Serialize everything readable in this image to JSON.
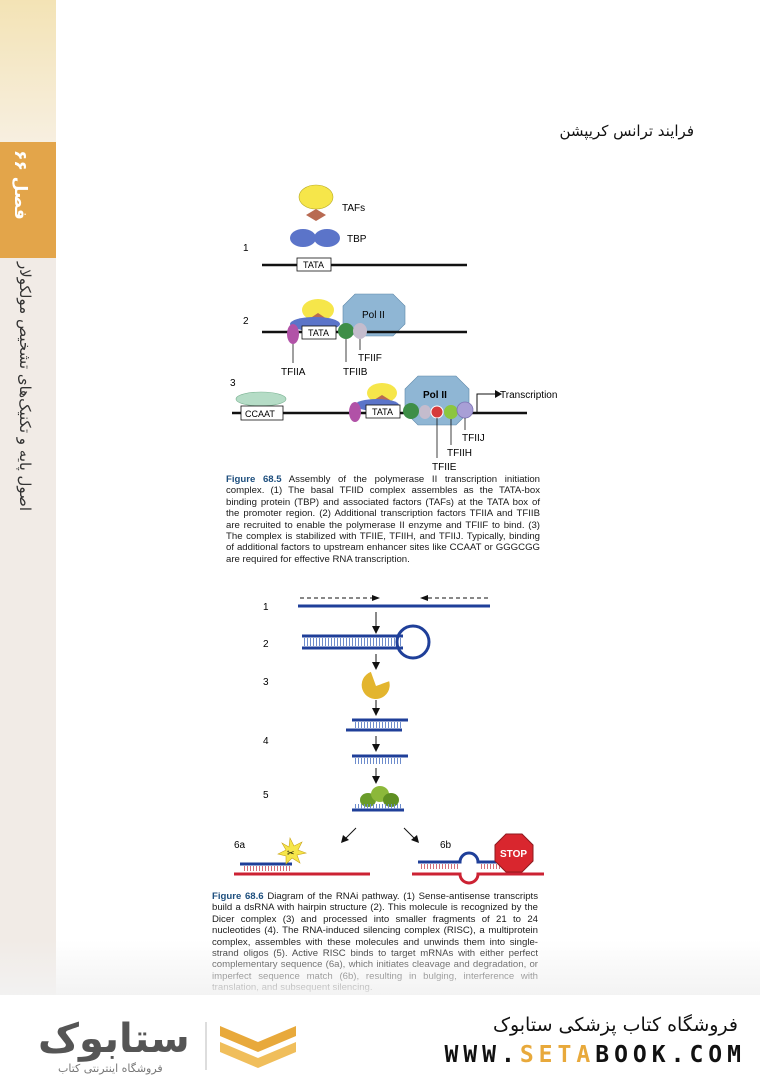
{
  "sidebar": {
    "chapter_label": "فصل ۶۶",
    "book_title": "اصول پایه و تکنیک‌های تشخیص مولکولار"
  },
  "header": {
    "title": "فرایند ترانس کریپشن"
  },
  "figure1": {
    "steps": [
      "1",
      "2",
      "3"
    ],
    "labels": {
      "tafs": "TAFs",
      "tbp": "TBP",
      "tata": "TATA",
      "pol2": "Pol II",
      "tfiia": "TFIIA",
      "tfiib": "TFIIB",
      "tfiif": "TFIIF",
      "ccaat": "CCAAT",
      "transcription": "Transcription",
      "tfiij": "TFIIJ",
      "tfiih": "TFIIH",
      "tfiie": "TFIIE"
    },
    "caption_label": "Figure 68.5",
    "caption_text": "Assembly of the polymerase II transcription initiation complex. (1) The basal TFIID complex assembles as the TATA-box binding protein (TBP) and associated factors (TAFs) at the TATA box of the promoter region. (2) Additional transcription factors TFIIA and TFIIB are recruited to enable the polymerase II enzyme and TFIIF to bind. (3) The complex is stabilized with TFIIE, TFIIH, and TFIIJ. Typically, binding of additional factors to upstream enhancer sites like CCAAT or GGGCGG are required for effective RNA transcription."
  },
  "figure2": {
    "steps": [
      "1",
      "2",
      "3",
      "4",
      "5",
      "6a",
      "6b"
    ],
    "stop_label": "STOP",
    "caption_label": "Figure 68.6",
    "caption_text": "Diagram of the RNAi pathway. (1) Sense-antisense transcripts build a dsRNA with hairpin structure (2). This molecule is recognized by the Dicer complex (3) and processed into smaller fragments of 21 to 24 nucleotides (4). The RNA-induced silencing complex (RISC), a multiprotein complex, assembles with these molecules and unwinds them into single-strand oligos (5). Active RISC binds to target mRNAs with either perfect complementary sequence (6a), which initiates cleavage and degradation, or imperfect sequence match (6b), resulting in bulging, interference with translation, and subsequent silencing."
  },
  "footer": {
    "store_name": "فروشگاه کتاب پزشکی ستابوک",
    "url_prefix": "WWW.",
    "url_highlight": "SETA",
    "url_suffix": "BOOK.COM",
    "logo_text": "ستابوک",
    "logo_sub": "فروشگاه اینترنتی کتاب"
  },
  "colors": {
    "accent": "#e3a54a",
    "dna": "#1f3f99",
    "rna_red": "#cc2233",
    "pol2": "#8fb6d4"
  }
}
